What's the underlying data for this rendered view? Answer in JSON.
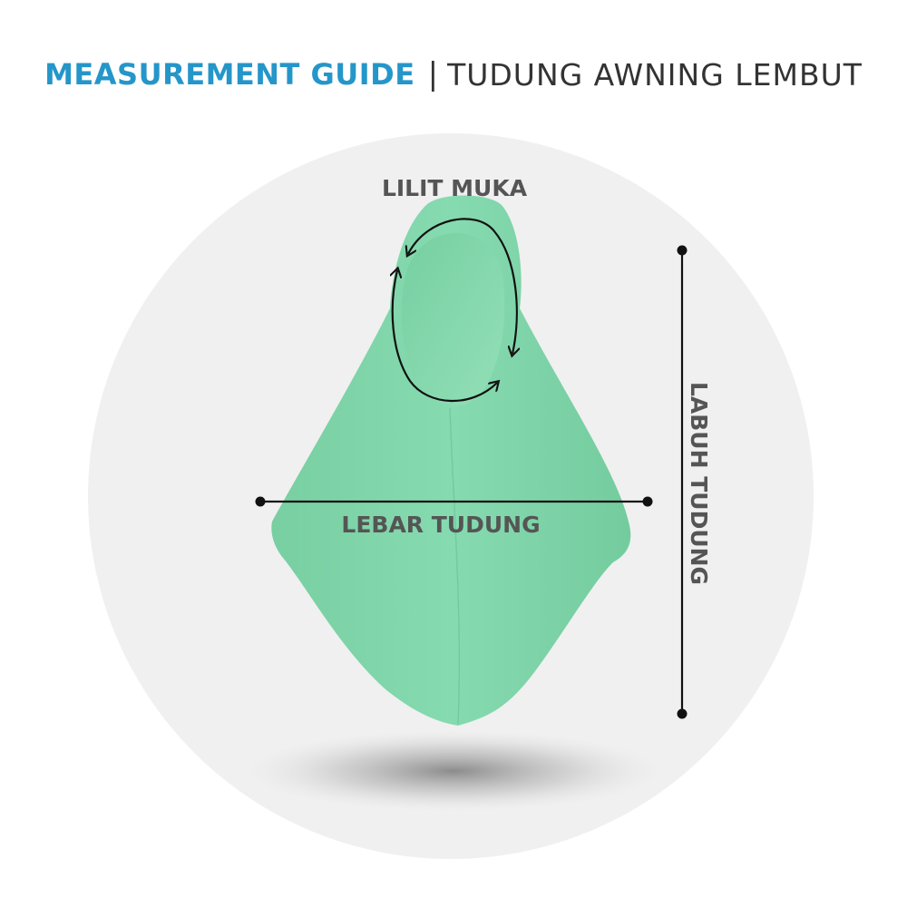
{
  "header": {
    "title": "MEASUREMENT GUIDE",
    "separator": "|",
    "subtitle": "TUDUNG AWNING LEMBUT"
  },
  "labels": {
    "face": "LILIT MUKA",
    "width": "LEBAR TUDUNG",
    "length": "LABUH TUDUNG"
  },
  "colors": {
    "title": "#2596c9",
    "subtitle": "#333333",
    "label": "#555555",
    "fabric": "#7fd4a8",
    "circle": "#f0f0f0",
    "line": "#111111"
  }
}
